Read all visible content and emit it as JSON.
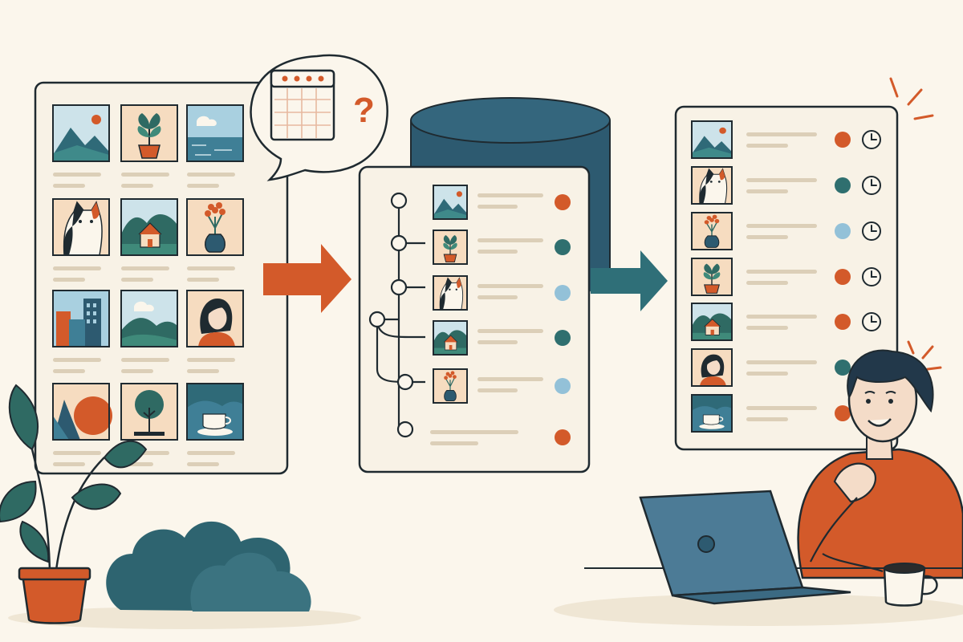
{
  "palette": {
    "background": "#fbf6ec",
    "ink": "#1f2a30",
    "panel": "#f8f2e6",
    "placeholder_line": "#dccfb8",
    "orange": "#d35a2a",
    "dark_teal": "#2f6f6f",
    "light_blue": "#93c1d8",
    "database": "#2d5a70",
    "teal_arrow": "#2f6f78",
    "plant_green": "#2f6a63",
    "bush_teal": "#3b6f7a",
    "laptop_blue": "#4c7b96"
  },
  "illustration": {
    "gallery_panel": {
      "thumbnails": [
        "mountain-sun",
        "potted-plant",
        "sea-clouds",
        "cat",
        "house-hills",
        "flower-vase",
        "city-buildings",
        "hills-clouds",
        "woman-portrait",
        "abstract-sun",
        "tree",
        "coffee-cup"
      ]
    },
    "speech_bubble": {
      "icons": [
        "calendar-icon"
      ],
      "glyph": "?"
    },
    "transfer_arrow_1": {
      "color_key": "orange"
    },
    "timeline_panel": {
      "rows": [
        {
          "thumbnail": "mountain-sun",
          "status": "orange"
        },
        {
          "thumbnail": "potted-plant",
          "status": "dark_teal"
        },
        {
          "thumbnail": "cat",
          "status": "light_blue"
        },
        {
          "thumbnail": "house-hills",
          "status": "dark_teal"
        },
        {
          "thumbnail": "flower-vase",
          "status": "light_blue"
        },
        {
          "thumbnail": "none",
          "status": "orange"
        }
      ]
    },
    "transfer_arrow_2": {
      "color_key": "teal_arrow"
    },
    "schedule_panel": {
      "rows": [
        {
          "thumbnail": "mountain-sun",
          "status": "orange",
          "icon": "clock-icon"
        },
        {
          "thumbnail": "cat",
          "status": "dark_teal",
          "icon": "clock-icon"
        },
        {
          "thumbnail": "flower-vase",
          "status": "light_blue",
          "icon": "clock-icon"
        },
        {
          "thumbnail": "potted-plant",
          "status": "orange",
          "icon": "clock-icon"
        },
        {
          "thumbnail": "house-hills",
          "status": "orange",
          "icon": "clock-icon"
        },
        {
          "thumbnail": "woman-portrait",
          "status": "dark_teal",
          "icon": "none"
        },
        {
          "thumbnail": "coffee-cup",
          "status": "orange",
          "icon": "none"
        }
      ]
    },
    "scene": {
      "person": "smiling-person-icon",
      "laptop": "laptop-icon",
      "mug": "mug-icon",
      "plant": "plant-icon",
      "bushes": "bush-icon"
    }
  }
}
